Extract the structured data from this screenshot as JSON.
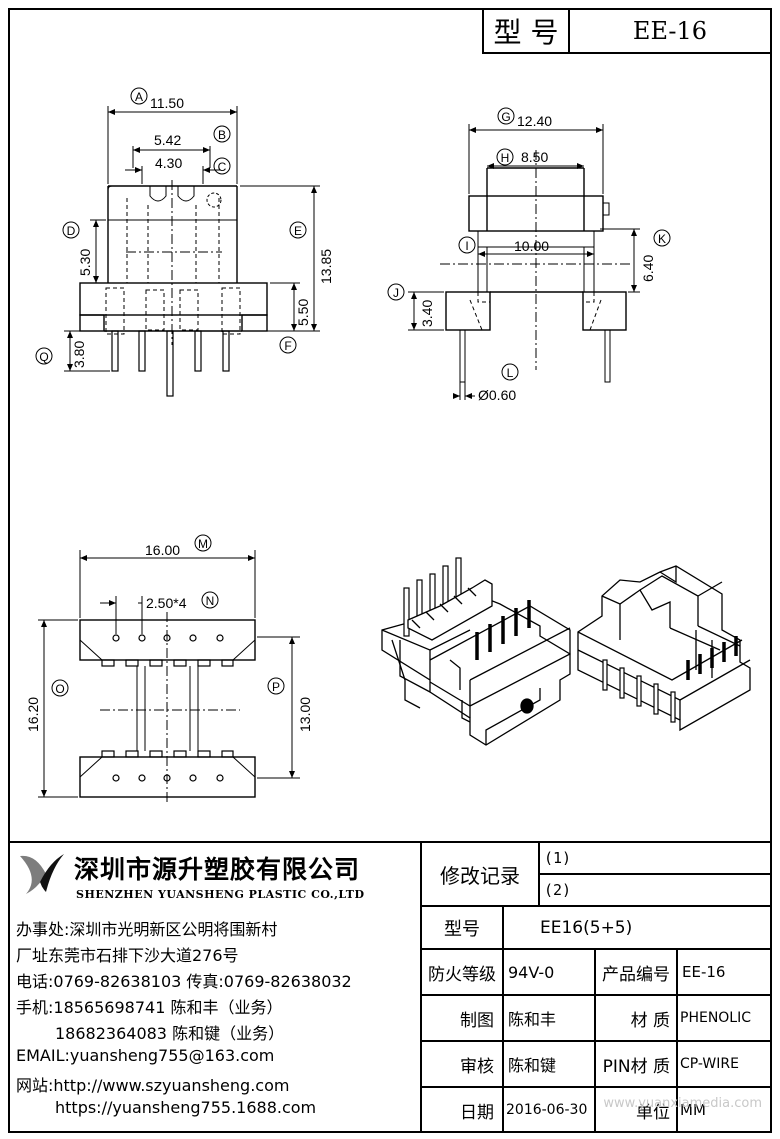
{
  "header": {
    "model_label": "型 号",
    "model_value": "EE-16"
  },
  "dimensions": {
    "A": {
      "letter": "A",
      "value": "11.50"
    },
    "B": {
      "letter": "B",
      "value": "5.42"
    },
    "C": {
      "letter": "C",
      "value": "4.30"
    },
    "D": {
      "letter": "D",
      "value": "5.30"
    },
    "E": {
      "letter": "E",
      "value": "13.85"
    },
    "F": {
      "letter": "F",
      "value": "5.50"
    },
    "G": {
      "letter": "G",
      "value": "12.40"
    },
    "H": {
      "letter": "H",
      "value": "8.50"
    },
    "I": {
      "letter": "I",
      "value": "10.00"
    },
    "J": {
      "letter": "J",
      "value": "3.40"
    },
    "K": {
      "letter": "K",
      "value": "6.40"
    },
    "L": {
      "letter": "L",
      "value": "Ø0.60"
    },
    "M": {
      "letter": "M",
      "value": "16.00"
    },
    "N": {
      "letter": "N",
      "value": "2.50*4"
    },
    "O": {
      "letter": "O",
      "value": "16.20"
    },
    "P": {
      "letter": "P",
      "value": "13.00"
    },
    "Q": {
      "letter": "Q",
      "value": "3.80"
    }
  },
  "company": {
    "name_cn": "深圳市源升塑胶有限公司",
    "name_en": "SHENZHEN YUANSHENG PLASTIC CO.,LTD",
    "office": "办事处:深圳市光明新区公明将围新村",
    "factory": "厂址东莞市石排下沙大道276号",
    "phone": "电话:0769-82638103 传真:0769-82638032",
    "mobile1": "手机:18565698741 陈和丰（业务）",
    "mobile2": "18682364083 陈和键（业务）",
    "email": "EMAIL:yuansheng755@163.com",
    "website1": "网站:http://www.szyuansheng.com",
    "website2": "https://yuansheng755.1688.com"
  },
  "table": {
    "revision_label": "修改记录",
    "revision_1": "(1)",
    "revision_2": "(2)",
    "model_label": "型号",
    "model_value": "EE16(5+5)",
    "fire_label": "防火等级",
    "fire_value": "94V-0",
    "product_no_label": "产品编号",
    "product_no_value": "EE-16",
    "drawn_label": "制图",
    "drawn_value": "陈和丰",
    "material_label": "材 质",
    "material_value": "PHENOLIC",
    "review_label": "审核",
    "review_value": "陈和键",
    "pin_material_label": "PIN材 质",
    "pin_material_value": "CP-WIRE",
    "date_label": "日期",
    "date_value": "2016-06-30",
    "unit_label": "单位",
    "unit_value": "MM"
  },
  "watermark": "www.yuanxiamedia.com"
}
